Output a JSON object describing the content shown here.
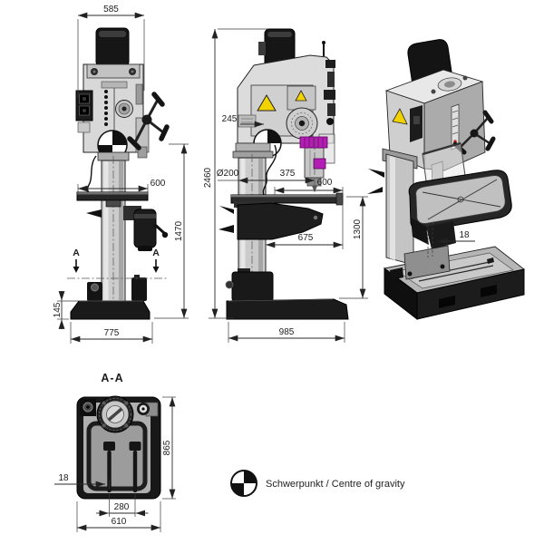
{
  "colors": {
    "background": "#ffffff",
    "line": "#2a2a2a",
    "warning_yellow": "#f2d200",
    "accent_magenta": "#b31fb3"
  },
  "front_view": {
    "dim_head_width": "585",
    "dim_table_width": "600",
    "dim_height_floor_to_spindle": "1470",
    "dim_base_height": "145",
    "dim_base_width": "775",
    "section_marker": "A"
  },
  "side_view": {
    "dim_total_height": "2460",
    "dim_head_depth": "245",
    "dim_column_diameter": "Ø200",
    "dim_column_to_spindle": "375",
    "dim_table_depth": "600",
    "dim_floor_to_table": "1300",
    "dim_arm_reach": "675",
    "dim_base_depth": "985"
  },
  "iso_view": {
    "dim_table_slot_width": "18"
  },
  "section_view": {
    "title": "A-A",
    "dim_base_length": "865",
    "dim_slot_width": "18",
    "dim_slot_spacing": "280",
    "dim_base_width": "610"
  },
  "legend": {
    "centre_of_gravity_label": "Schwerpunkt / Centre of gravity"
  }
}
